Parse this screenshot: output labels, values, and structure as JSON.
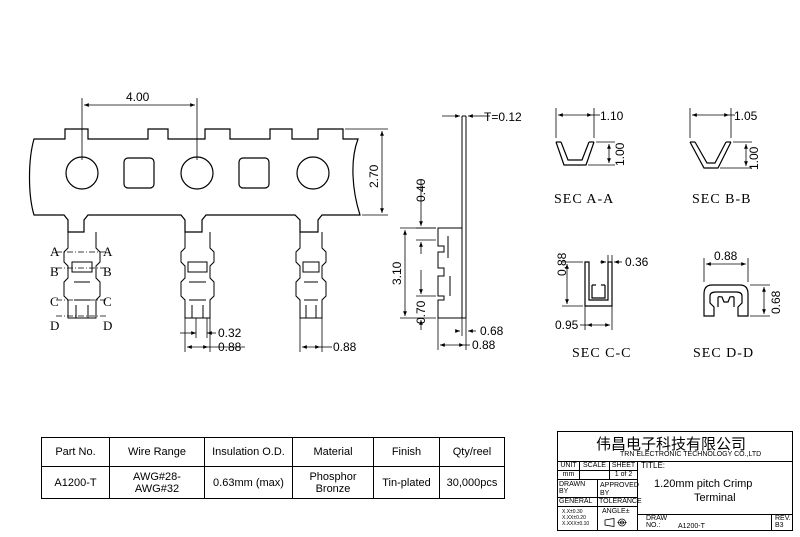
{
  "dimensions": {
    "pitch": "4.00",
    "carrier_height": "2.70",
    "thickness": "T=0.12",
    "top_pin": "0.40",
    "side_length": "3.10",
    "bottom_pin": "0.70",
    "side_w1": "0.68",
    "side_w2": "0.88",
    "front_w1": "0.32",
    "front_w2": "0.88",
    "front_w3": "0.88"
  },
  "cut_markers": [
    "A",
    "B",
    "C",
    "D"
  ],
  "sections": {
    "a": {
      "label": "SEC A-A",
      "width": "1.10",
      "height": "1.00"
    },
    "b": {
      "label": "SEC B-B",
      "width": "1.05",
      "height": "1.00"
    },
    "c": {
      "label": "SEC C-C",
      "top": "0.36",
      "height": "0.88",
      "width": "0.95"
    },
    "d": {
      "label": "SEC D-D",
      "width": "0.88",
      "height": "0.68"
    }
  },
  "spec_table": {
    "headers": [
      "Part No.",
      "Wire Range",
      "Insulation O.D.",
      "Material",
      "Finish",
      "Qty/reel"
    ],
    "row": {
      "part_no": "A1200-T",
      "wire_range": "AWG#28-AWG#32",
      "insulation": "0.63mm (max)",
      "material_line1": "Phosphor",
      "material_line2": "Bronze",
      "finish": "Tin-plated",
      "qty": "30,000pcs"
    }
  },
  "title_block": {
    "company_cn": "伟昌电子科技有限公司",
    "company_en": "TRN ELECTRONIC TECHNOLOGY CO.,LTD",
    "unit_label": "UNIT",
    "scale_label": "SCALE",
    "sheet_label": "SHEET",
    "title_label": "TITLE:",
    "unit_value": "mm",
    "sheet_value": "1 of 2",
    "drawn_by": "DRAWN BY",
    "approved_by": "APPROVED BY",
    "title_line1": "1.20mm pitch Crimp",
    "title_line2": "Terminal",
    "general_label": "GENERAL",
    "tolerance_label": "TOLERANCE",
    "angle_label": "ANGLE±",
    "tol1": "X.X±0.30",
    "tol2": "X.XX±0.20",
    "tol3": "X.XXX±0.10",
    "draw_no_label1": "DRAW",
    "draw_no_label2": "NO.:",
    "draw_no": "A1200-T",
    "rev_label": "REV.",
    "rev_value": "B3"
  }
}
